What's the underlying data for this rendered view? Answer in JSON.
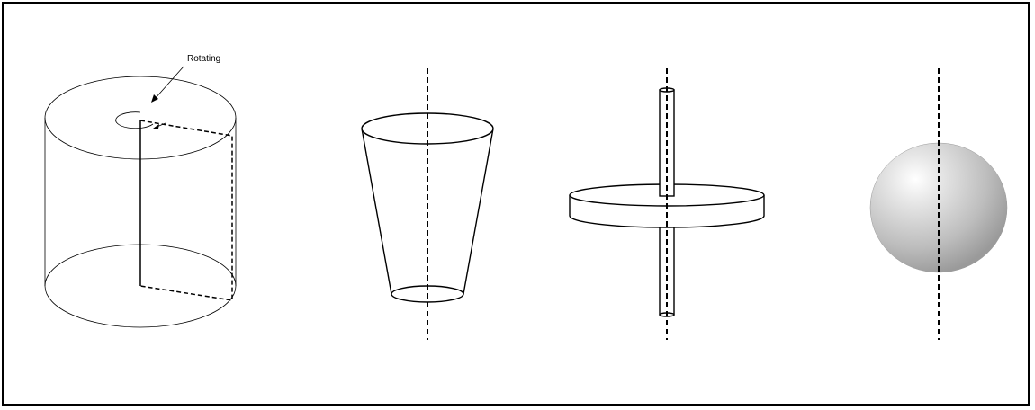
{
  "annotations": {
    "rotating_label": "Rotating"
  },
  "figures": [
    {
      "name": "cylinder-with-rotating-plane"
    },
    {
      "name": "truncated-cone"
    },
    {
      "name": "disk-on-axle"
    },
    {
      "name": "shaded-sphere"
    }
  ]
}
